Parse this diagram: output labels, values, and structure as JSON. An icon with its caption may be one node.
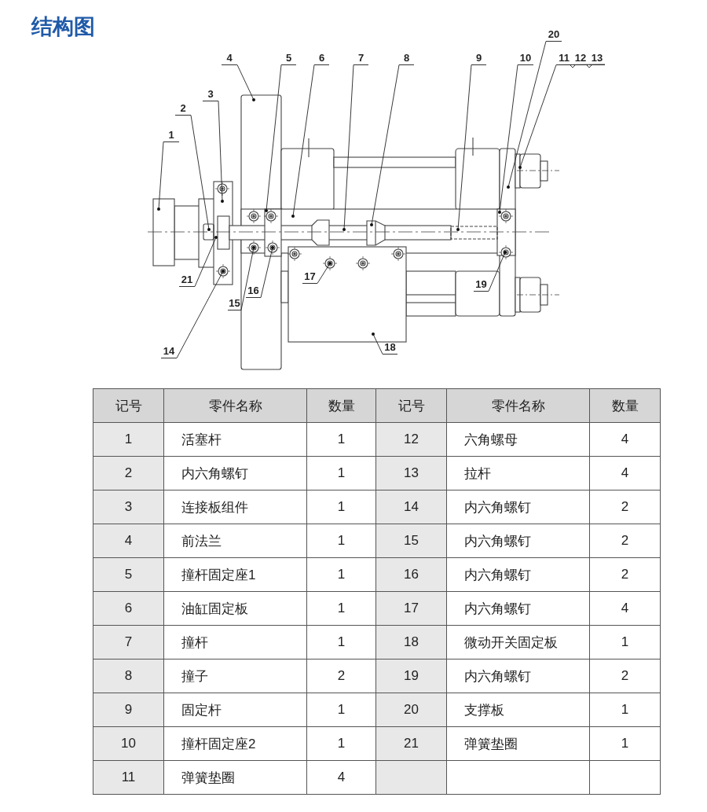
{
  "diagram": {
    "title": "结构图",
    "nodes": [
      {
        "text": [
          "20"
        ]
      },
      {
        "text": [
          "4"
        ]
      },
      {
        "text": [
          "5"
        ]
      },
      {
        "text": [
          "6"
        ]
      },
      {
        "text": [
          "7"
        ]
      },
      {
        "text": [
          "8"
        ]
      },
      {
        "text": [
          "9"
        ]
      },
      {
        "text": [
          "10"
        ]
      },
      {
        "text": [
          "11"
        ]
      },
      {
        "text": [
          "12"
        ]
      },
      {
        "text": [
          "13"
        ]
      },
      {
        "text": [
          "3"
        ]
      },
      {
        "text": [
          "2"
        ]
      },
      {
        "text": [
          "1"
        ]
      },
      {
        "text": [
          "17"
        ]
      },
      {
        "text": [
          "21"
        ]
      },
      {
        "text": [
          "19"
        ]
      },
      {
        "text": [
          "16"
        ]
      },
      {
        "text": [
          "15"
        ]
      },
      {
        "text": [
          "18"
        ]
      },
      {
        "text": [
          "14"
        ]
      }
    ],
    "edges": [
      {
        "from": 0,
        "to": null,
        "arrow": "other"
      },
      {
        "from": 1,
        "to": null,
        "arrow": "other"
      },
      {
        "from": 2,
        "to": null,
        "arrow": "other"
      },
      {
        "from": 3,
        "to": null,
        "arrow": "other"
      },
      {
        "from": 4,
        "to": null,
        "arrow": "other"
      },
      {
        "from": 5,
        "to": null,
        "arrow": "other"
      },
      {
        "from": 6,
        "to": null,
        "arrow": "other"
      },
      {
        "from": 7,
        "to": null,
        "arrow": "other"
      },
      {
        "from": 8,
        "to": null,
        "arrow": "other"
      },
      {
        "from": 9,
        "to": null,
        "arrow": "other"
      },
      {
        "from": 10,
        "to": null,
        "arrow": "other"
      },
      {
        "from": 11,
        "to": null,
        "arrow": "other"
      },
      {
        "from": 12,
        "to": null,
        "arrow": "other"
      },
      {
        "from": 13,
        "to": null,
        "arrow": "other"
      },
      {
        "from": 14,
        "to": null,
        "arrow": "other"
      },
      {
        "from": 15,
        "to": null,
        "arrow": "other"
      },
      {
        "from": 16,
        "to": null,
        "arrow": "other"
      },
      {
        "from": 17,
        "to": null,
        "arrow": "other"
      },
      {
        "from": 18,
        "to": null,
        "arrow": "other"
      },
      {
        "from": 19,
        "to": null,
        "arrow": "other"
      },
      {
        "from": 20,
        "to": null,
        "arrow": "other"
      }
    ],
    "labels": [
      "记号",
      "零件名称",
      "数量",
      "记号",
      "零件名称",
      "数量",
      "1",
      "活塞杆",
      "1",
      "12",
      "六角螺母",
      "4",
      "2",
      "内六角螺钉",
      "1",
      "13",
      "拉杆",
      "4",
      "3",
      "连接板组件",
      "1",
      "14",
      "内六角螺钉",
      "2",
      "4",
      "前法兰",
      "1",
      "15",
      "内六角螺钉",
      "2",
      "5",
      "撞杆固定座1",
      "1",
      "16",
      "内六角螺钉",
      "2",
      "6",
      "油缸固定板",
      "1",
      "17",
      "内六角螺钉",
      "4",
      "7",
      "撞杆",
      "1",
      "18",
      "微动开关固定板",
      "1",
      "8",
      "撞子",
      "2",
      "19",
      "内六角螺钉",
      "2",
      "9",
      "固定杆",
      "1",
      "20",
      "支撑板",
      "1",
      "10",
      "撞杆固定座2",
      "1",
      "21",
      "弹簧垫圈",
      "1",
      "11",
      "弹簧垫圈",
      "4"
    ]
  }
}
